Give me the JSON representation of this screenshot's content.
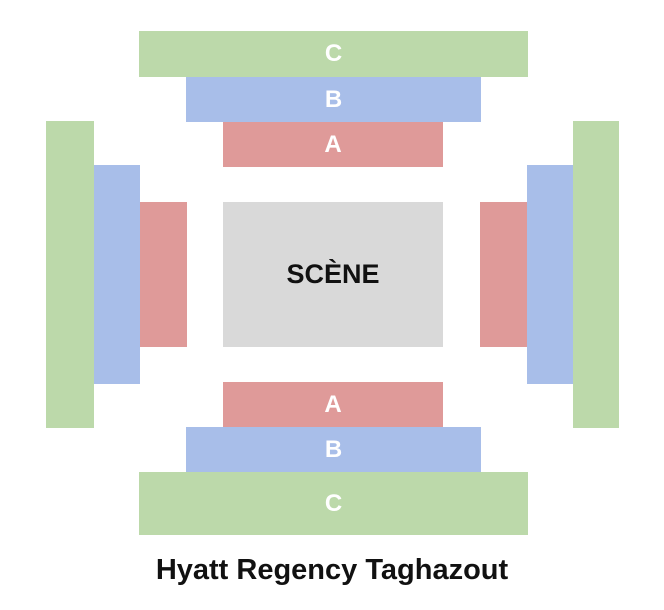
{
  "seating_map": {
    "stage_label": "SCÈNE",
    "venue_name": "Hyatt Regency Taghazout",
    "sections": {
      "top": {
        "c_label": "C",
        "b_label": "B",
        "a_label": "A"
      },
      "bottom": {
        "a_label": "A",
        "b_label": "B",
        "c_label": "C"
      },
      "left": {
        "c_label": "",
        "b_label": "",
        "a_label": ""
      },
      "right": {
        "a_label": "",
        "b_label": "",
        "c_label": ""
      }
    }
  },
  "colors": {
    "section_c": "#bcd9aa",
    "section_b": "#a8bee9",
    "section_a": "#df9a99",
    "stage": "#d9d9d9",
    "label_on_section": "#ffffff",
    "text": "#111111"
  }
}
